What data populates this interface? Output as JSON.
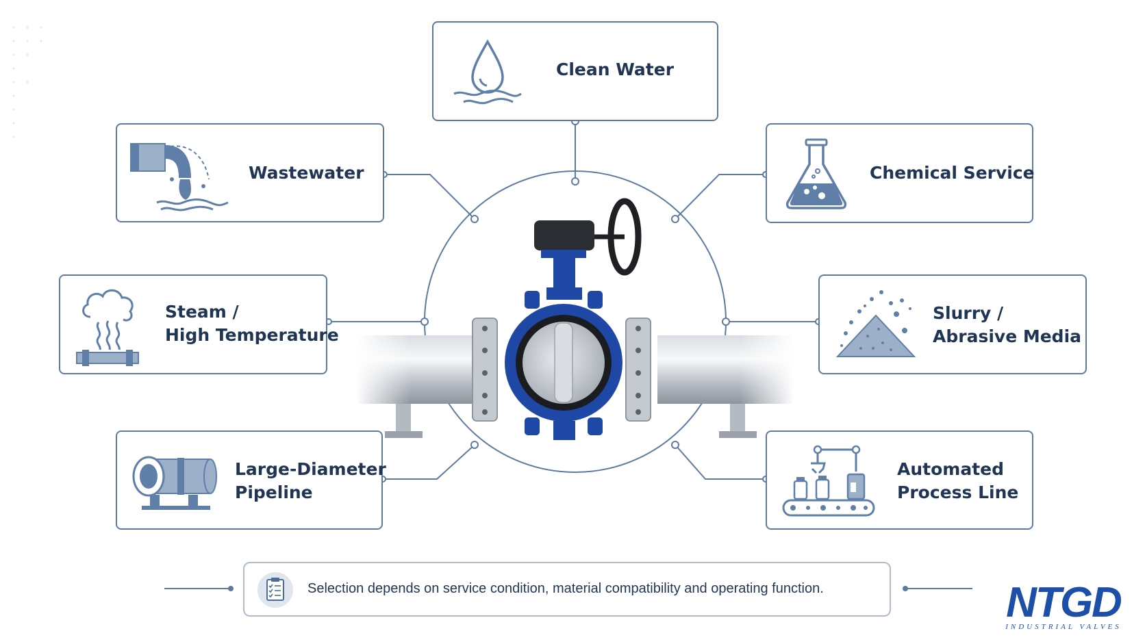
{
  "applications": {
    "clean_water": {
      "label": [
        "Clean Water"
      ],
      "icon": "water-drop-icon"
    },
    "wastewater": {
      "label": [
        "Wastewater"
      ],
      "icon": "wastewater-pipe-icon"
    },
    "chemical_service": {
      "label": [
        "Chemical Service"
      ],
      "icon": "chemical-flask-icon"
    },
    "steam_high_temp": {
      "label": [
        "Steam /",
        "High Temperature"
      ],
      "icon": "steam-pipe-icon"
    },
    "slurry_abrasive": {
      "label": [
        "Slurry /",
        "Abrasive Media"
      ],
      "icon": "slurry-pile-icon"
    },
    "large_diameter": {
      "label": [
        "Large-Diameter",
        "Pipeline"
      ],
      "icon": "large-pipe-icon"
    },
    "automated_process": {
      "label": [
        "Automated",
        "Process Line"
      ],
      "icon": "conveyor-robot-icon"
    }
  },
  "footer": {
    "note": "Selection depends on service condition, material compatibility and operating function.",
    "icon": "clipboard-checklist-icon"
  },
  "brand": {
    "name": "NTGD",
    "tagline": "INDUSTRIAL VALVES"
  },
  "colors": {
    "card_border": "#5d7aa0",
    "connector": "#5d7aa0",
    "label_text": "#1f3553",
    "icon_fill": "#5f7ea8",
    "valve_body": "#1f47a6",
    "brand_blue": "#1d4ea8"
  }
}
